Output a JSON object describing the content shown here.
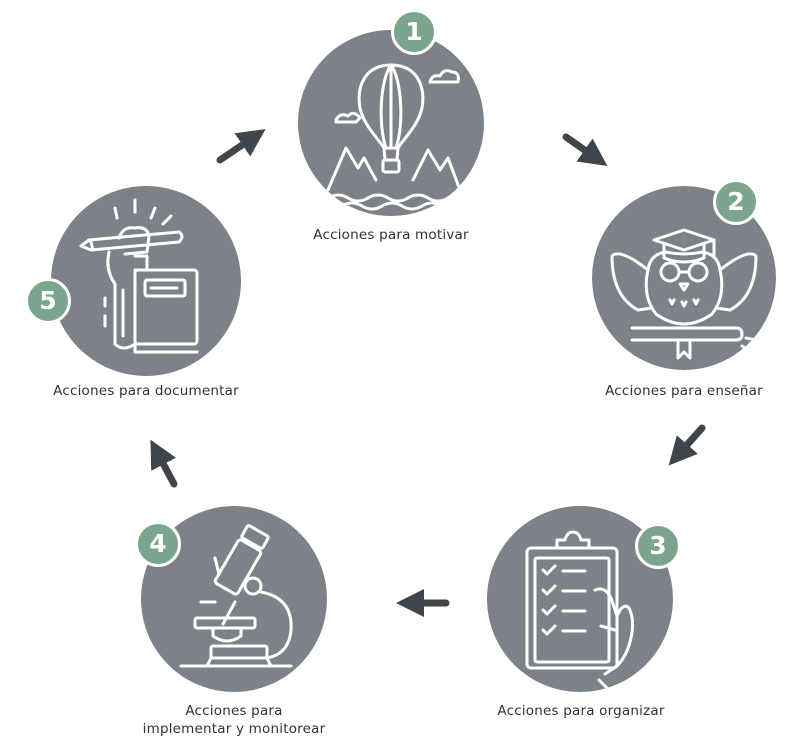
{
  "colors": {
    "circle": "#7d8288",
    "badge": "#7ba58d",
    "arrow": "#3e454b",
    "text": "#2f3336"
  },
  "steps": [
    {
      "number": "1",
      "label": "Acciones para motivar",
      "icon": "hot-air-balloon-icon"
    },
    {
      "number": "2",
      "label": "Acciones para enseñar",
      "icon": "graduate-owl-icon"
    },
    {
      "number": "3",
      "label": "Acciones para organizar",
      "icon": "clipboard-checklist-icon"
    },
    {
      "number": "4",
      "label_line1": "Acciones para",
      "label_line2": "implementar y monitorear",
      "icon": "microscope-icon"
    },
    {
      "number": "5",
      "label": "Acciones para documentar",
      "icon": "pen-book-icon"
    }
  ]
}
